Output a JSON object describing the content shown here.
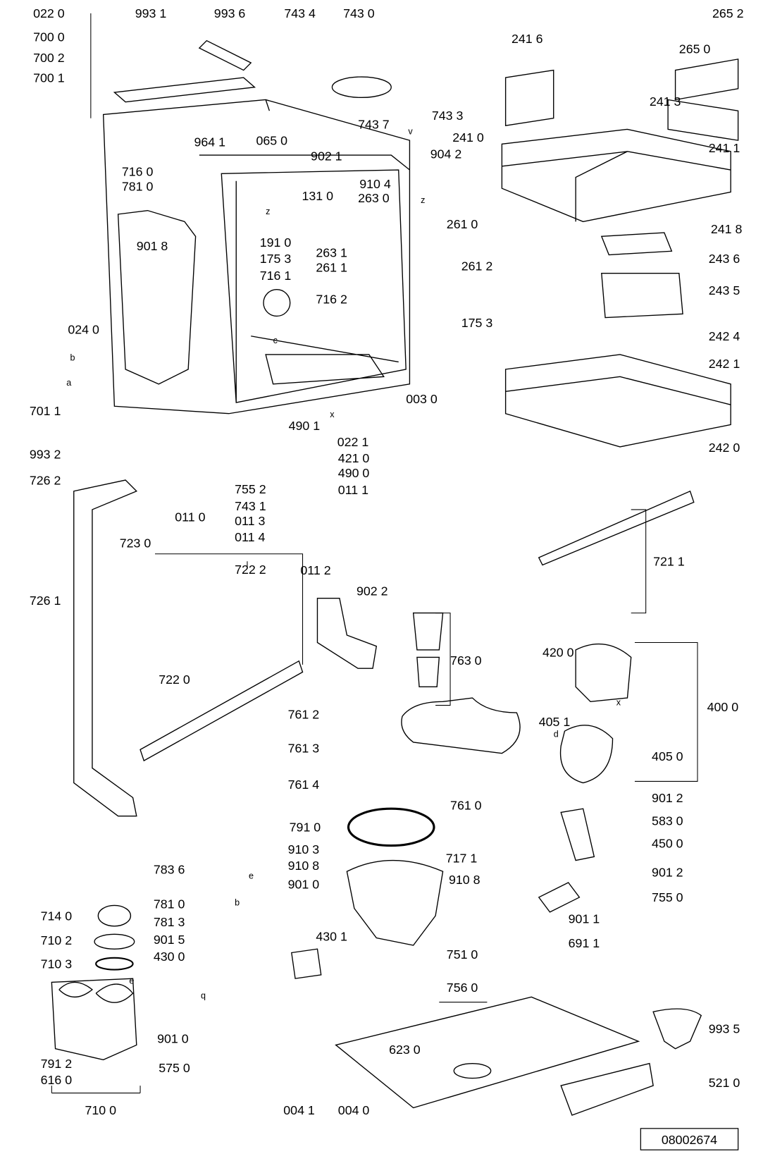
{
  "diagram": {
    "part_labels": [
      "022 0",
      "993 1",
      "993 6",
      "743 4",
      "743 0",
      "265 2",
      "700 0",
      "241 6",
      "265 0",
      "700 2",
      "700 1",
      "241 3",
      "743 7",
      "743 3",
      "065 0",
      "241 0",
      "241 1",
      "964 1",
      "902 1",
      "904 2",
      "716 0",
      "781 0",
      "910 4",
      "131 0",
      "263 0",
      "261 0",
      "241 8",
      "191 0",
      "901 8",
      "263 1",
      "175 3",
      "261 1",
      "261 2",
      "243 6",
      "716 1",
      "716 2",
      "243 5",
      "175 3",
      "024 0",
      "242 4",
      "242 1",
      "701 1",
      "003 0",
      "022 1",
      "490 1",
      "421 0",
      "242 0",
      "993 2",
      "490 0",
      "726 2",
      "755 2",
      "011 1",
      "743 1",
      "011 3",
      "011 0",
      "011 4",
      "723 0",
      "721 1",
      "011 2",
      "722 2",
      "902 2",
      "726 1",
      "763 0",
      "420 0",
      "722 0",
      "400 0",
      "761 2",
      "405 1",
      "761 3",
      "405 0",
      "761 4",
      "761 0",
      "901 2",
      "791 0",
      "583 0",
      "450 0",
      "910 3",
      "717 1",
      "783 6",
      "910 8",
      "910 8",
      "901 2",
      "901 0",
      "781 0",
      "755 0",
      "781 3",
      "901 1",
      "714 0",
      "710 2",
      "901 5",
      "430 1",
      "751 0",
      "691 1",
      "430 0",
      "710 3",
      "756 0",
      "993 5",
      "901 0",
      "623 0",
      "791 2",
      "575 0",
      "521 0",
      "616 0",
      "004 1",
      "004 0",
      "710 0"
    ],
    "letters": [
      "a",
      "b",
      "c",
      "z",
      "z",
      "v",
      "x",
      "d",
      "x",
      "e",
      "b",
      "e",
      "q"
    ],
    "drawing_number": "08002674"
  }
}
